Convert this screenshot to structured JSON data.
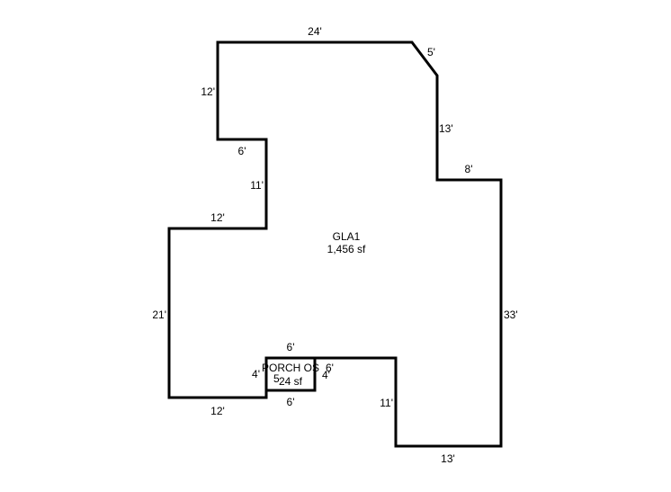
{
  "colors": {
    "background": "#ffffff",
    "line": "#000000"
  },
  "gla": {
    "name": "GLA1",
    "area": "1,456 sf",
    "dimensions": {
      "top": "24'",
      "corner_diagonal": "5'",
      "right_upper": "13'",
      "right_step": "8'",
      "right_lower": "33'",
      "bottom_right": "13'",
      "inner_right": "11'",
      "left_upper": "12'",
      "left_step_top": "6'",
      "left_step_side": "11'",
      "left_mid_top": "12'",
      "left_side": "21'",
      "bottom_left": "12'"
    }
  },
  "porch": {
    "name": "PORCH OS",
    "area": "24 sf",
    "sub_label": "5",
    "overlap_dim": "6'",
    "dimensions": {
      "top": "6'",
      "bottom": "6'",
      "left": "4'",
      "right": "4'"
    }
  }
}
